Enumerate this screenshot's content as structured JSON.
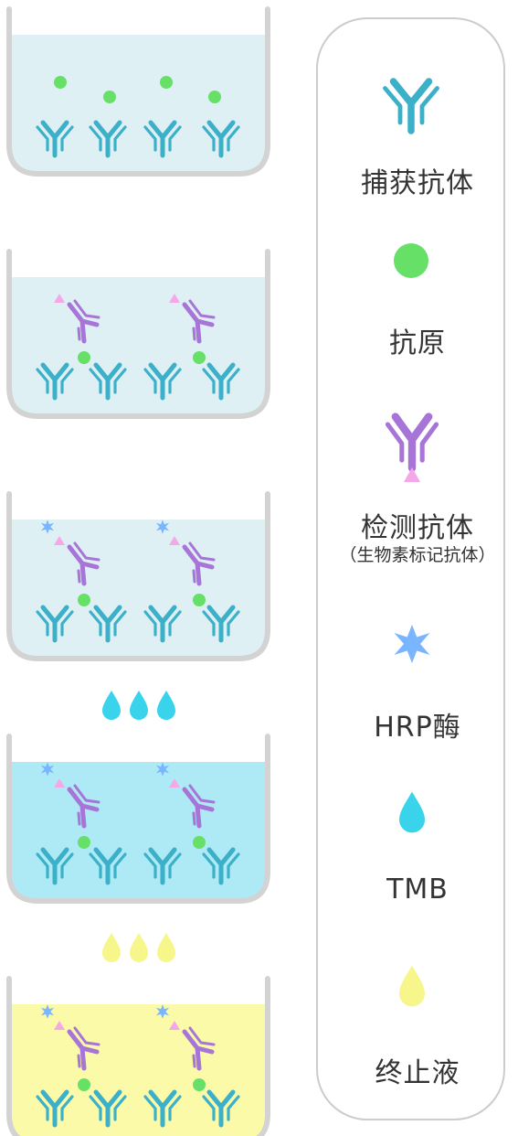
{
  "legend": {
    "capture_antibody": "捕获抗体",
    "antigen": "抗原",
    "detection_antibody": "检测抗体",
    "detection_antibody_note": "（生物素标记抗体）",
    "hrp_enzyme": "HRP酶",
    "tmb": "TMB",
    "stop_solution": "终止液"
  },
  "colors": {
    "capture_antibody": "#3bb0c8",
    "antigen": "#66e066",
    "detection_antibody": "#a774d8",
    "biotin_tag": "#f5a8e8",
    "hrp_enzyme": "#79b6ff",
    "tmb_drop": "#3ad3ec",
    "stop_drop": "#f7f68a",
    "well_buffer": "#dff0f5",
    "well_tmb": "#aeeaf6",
    "well_stopped": "#fbfaa8",
    "well_wall": "#d3d3d3",
    "legend_border": "#cccccc"
  },
  "steps": [
    {
      "step": 1,
      "liquid": "buffer",
      "contents": [
        "capture_antibody",
        "antigen"
      ]
    },
    {
      "step": 2,
      "liquid": "buffer",
      "contents": [
        "capture_antibody",
        "antigen",
        "detection_antibody"
      ]
    },
    {
      "step": 3,
      "liquid": "buffer",
      "contents": [
        "capture_antibody",
        "antigen",
        "detection_antibody",
        "hrp_enzyme"
      ]
    },
    {
      "step": 4,
      "liquid": "tmb",
      "added": "tmb",
      "contents": [
        "capture_antibody",
        "antigen",
        "detection_antibody",
        "hrp_enzyme"
      ]
    },
    {
      "step": 5,
      "liquid": "stopped",
      "added": "stop_solution",
      "contents": [
        "capture_antibody",
        "antigen",
        "detection_antibody",
        "hrp_enzyme"
      ]
    }
  ]
}
